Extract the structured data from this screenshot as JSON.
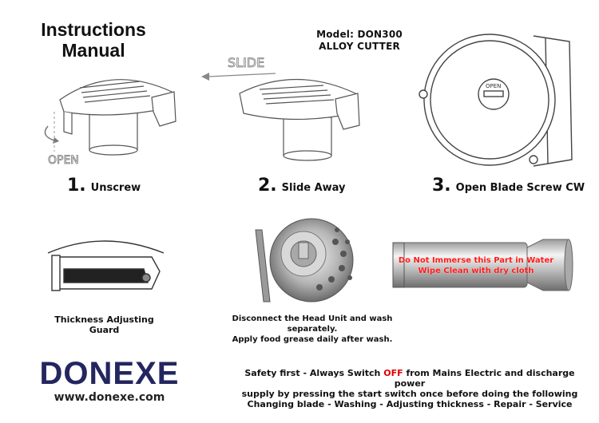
{
  "header": {
    "title_line1": "Instructions",
    "title_line2": "Manual",
    "model_line1": "Model: DON300",
    "model_line2": "ALLOY CUTTER"
  },
  "steps": [
    {
      "number": "1.",
      "label": "Unscrew",
      "illustration_text": "OPEN"
    },
    {
      "number": "2.",
      "label": "Slide Away",
      "illustration_text": "SLIDE"
    },
    {
      "number": "3.",
      "label": "Open Blade Screw CW",
      "illustration_text": "OPEN"
    }
  ],
  "captions": {
    "guard_line1": "Thickness Adjusting",
    "guard_line2": "Guard",
    "head_line1": "Disconnect the Head Unit and wash",
    "head_line2": "separately.",
    "head_line3": "Apply food grease daily after wash.",
    "warning_line1": "Do Not Immerse this Part in Water",
    "warning_line2": "Wipe Clean with dry cloth"
  },
  "footer": {
    "brand": "DONEXE",
    "website": "www.donexe.com",
    "safety_pre": "Safety first - Always Switch ",
    "safety_off": "OFF",
    "safety_post": " from Mains Electric and discharge power",
    "safety_line2": "supply by pressing the start switch once before  doing the following",
    "safety_line3": "Changing blade - Washing - Adjusting thickness - Repair - Service"
  },
  "colors": {
    "brand": "#23265f",
    "warning": "#e00000"
  }
}
